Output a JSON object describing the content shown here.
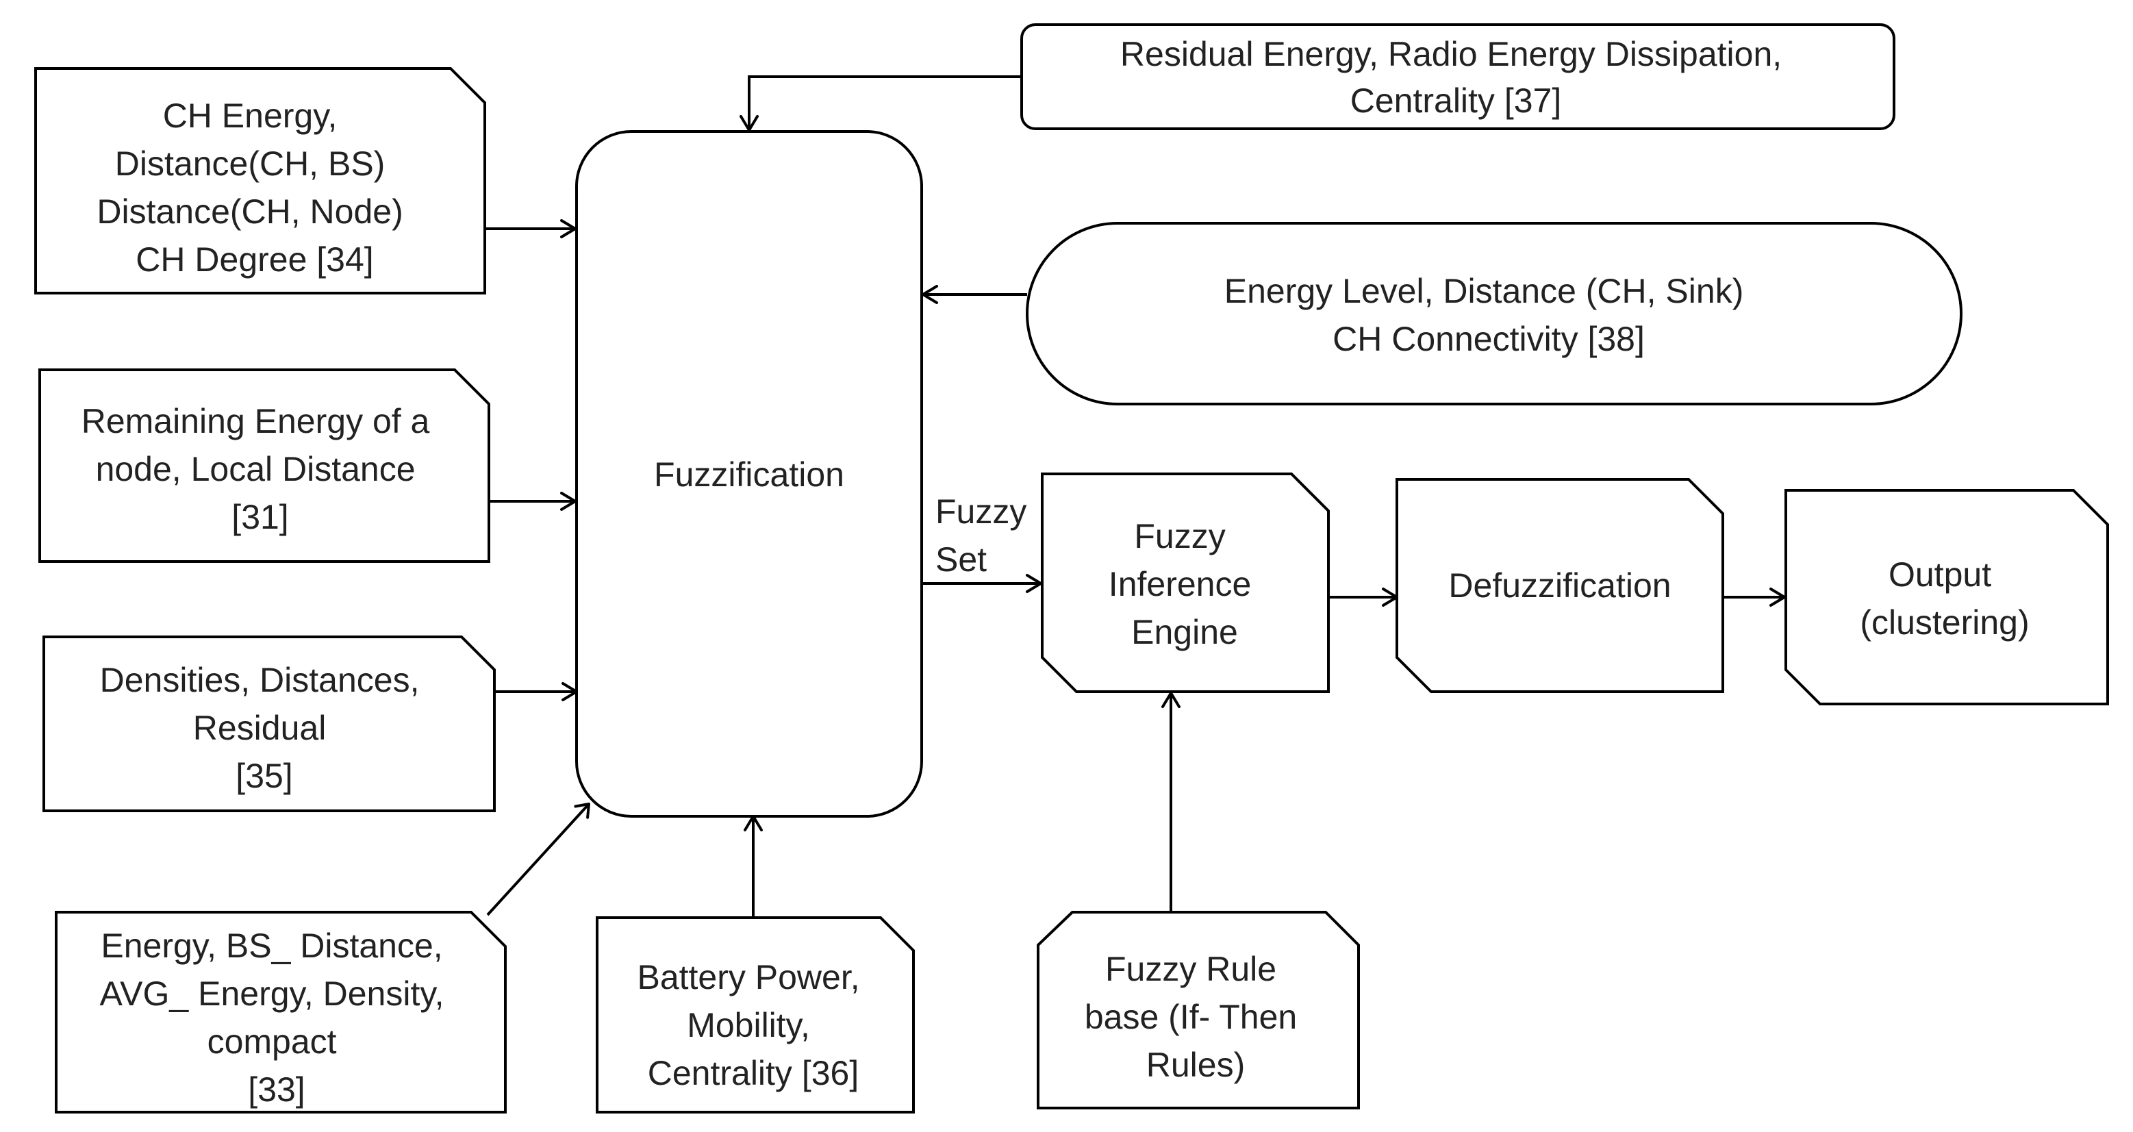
{
  "center": {
    "label": "Fuzzification"
  },
  "inputs": {
    "ch_energy": {
      "lines": [
        "CH Energy,",
        "Distance(CH, BS)",
        "Distance(CH, Node)",
        "CH Degree [34]"
      ]
    },
    "remaining_energy": {
      "lines": [
        "Remaining Energy of a",
        "node, Local Distance",
        "[31]"
      ]
    },
    "densities": {
      "lines": [
        "Densities, Distances,",
        "Residual",
        "[35]"
      ]
    },
    "energy_bs": {
      "lines": [
        "Energy, BS_ Distance,",
        "AVG_ Energy, Density,",
        "compact",
        "[33]"
      ]
    },
    "battery": {
      "lines": [
        "Battery Power,",
        "Mobility,",
        "Centrality [36]"
      ]
    },
    "residual_radio": {
      "lines": [
        "Residual Energy, Radio Energy Dissipation,",
        "Centrality [37]"
      ]
    },
    "energy_level": {
      "lines": [
        "Energy Level, Distance (CH, Sink)",
        "CH Connectivity [38]"
      ]
    }
  },
  "edge_label": {
    "lines": [
      "Fuzzy",
      "Set"
    ]
  },
  "pipeline": {
    "inference": {
      "lines": [
        "Fuzzy",
        "Inference",
        "Engine"
      ]
    },
    "defuzz": {
      "lines": [
        "Defuzzification"
      ]
    },
    "output": {
      "lines": [
        "Output",
        "(clustering)"
      ]
    }
  },
  "rule_base": {
    "lines": [
      "Fuzzy Rule",
      "base (If- Then",
      "Rules)"
    ]
  }
}
